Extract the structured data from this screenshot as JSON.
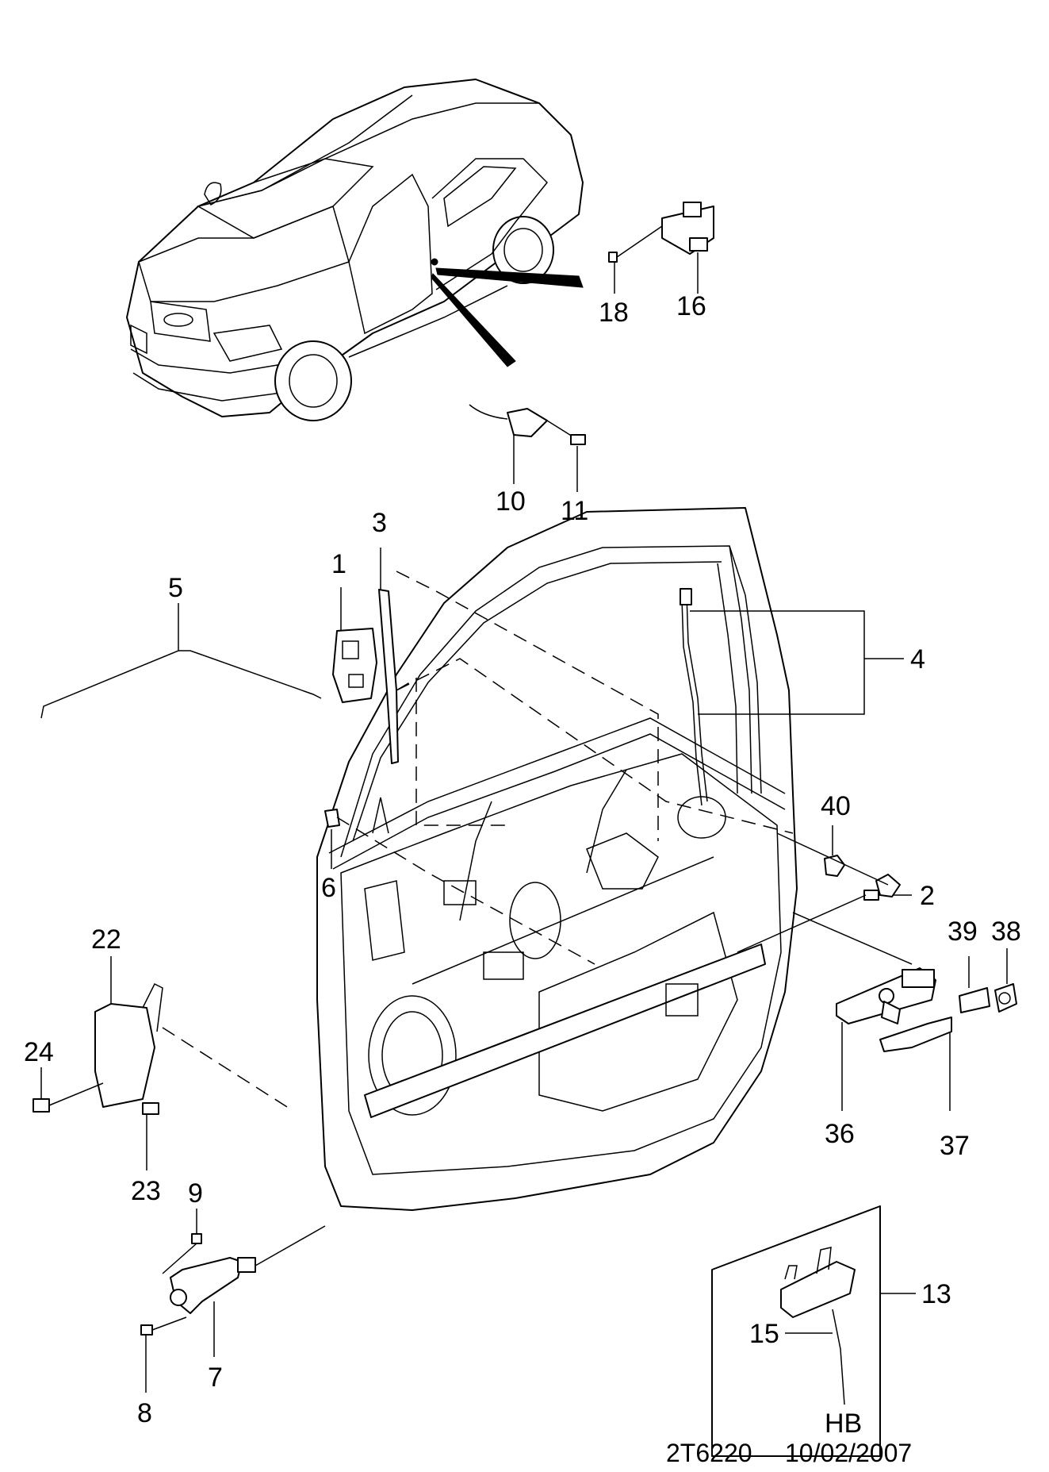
{
  "document": {
    "id": "2T6220",
    "date": "10/02/2007"
  },
  "inset": {
    "variant_label": "HB"
  },
  "callouts": [
    {
      "key": "c18",
      "label": "18"
    },
    {
      "key": "c16",
      "label": "16"
    },
    {
      "key": "c10",
      "label": "10"
    },
    {
      "key": "c11",
      "label": "11"
    },
    {
      "key": "c3",
      "label": "3"
    },
    {
      "key": "c1",
      "label": "1"
    },
    {
      "key": "c5",
      "label": "5"
    },
    {
      "key": "c4",
      "label": "4"
    },
    {
      "key": "c40",
      "label": "40"
    },
    {
      "key": "c6",
      "label": "6"
    },
    {
      "key": "c2",
      "label": "2"
    },
    {
      "key": "c22",
      "label": "22"
    },
    {
      "key": "c24",
      "label": "24"
    },
    {
      "key": "c39",
      "label": "39"
    },
    {
      "key": "c38",
      "label": "38"
    },
    {
      "key": "c36",
      "label": "36"
    },
    {
      "key": "c37",
      "label": "37"
    },
    {
      "key": "c23",
      "label": "23"
    },
    {
      "key": "c9",
      "label": "9"
    },
    {
      "key": "c13",
      "label": "13"
    },
    {
      "key": "c15",
      "label": "15"
    },
    {
      "key": "c7",
      "label": "7"
    },
    {
      "key": "c8",
      "label": "8"
    }
  ]
}
